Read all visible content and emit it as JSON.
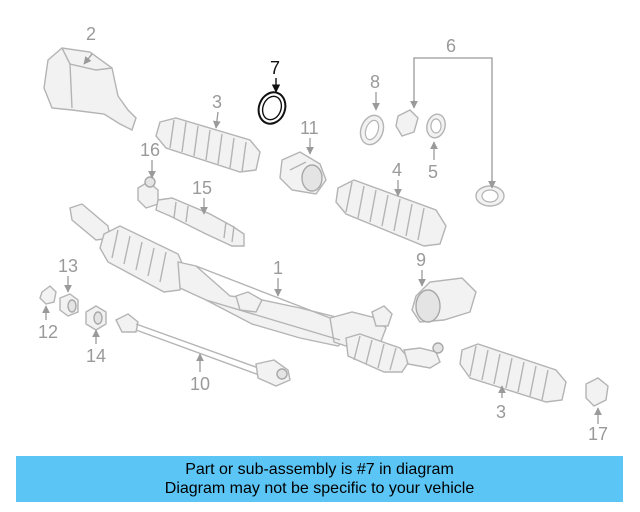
{
  "diagram": {
    "callouts": [
      "1",
      "2",
      "3",
      "3",
      "4",
      "5",
      "6",
      "7",
      "8",
      "9",
      "10",
      "11",
      "12",
      "13",
      "14",
      "15",
      "16",
      "17"
    ],
    "highlighted_callout": "7",
    "highlight_color": "#111111",
    "callout_color": "#9a9a9a"
  },
  "banner": {
    "line1": "Part or sub-assembly is #7 in diagram",
    "line2": "Diagram may not be specific to your vehicle",
    "background": "#5bc5f5"
  }
}
